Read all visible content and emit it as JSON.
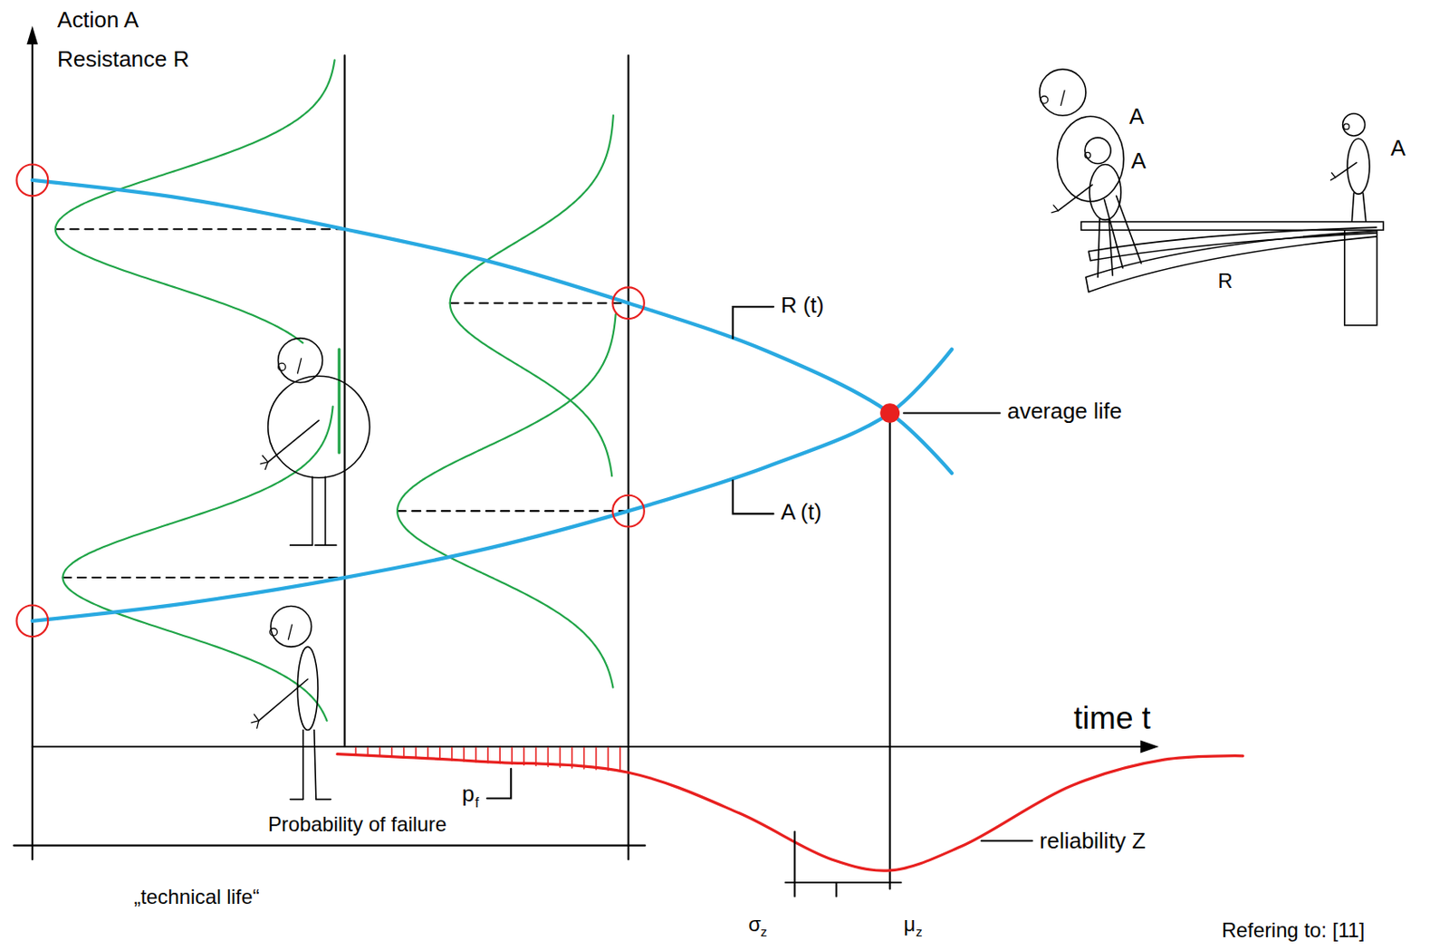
{
  "diagram": {
    "labels": [
      "Action A",
      "Resistance R",
      "A",
      "A",
      "A",
      "R",
      "R (t)",
      "average life",
      "A (t)",
      "time t",
      "p",
      "f",
      "Probability of failure",
      "reliability Z",
      "„technical life“",
      "σ",
      "z",
      "μ",
      "z",
      "Refering to: [11]"
    ]
  }
}
